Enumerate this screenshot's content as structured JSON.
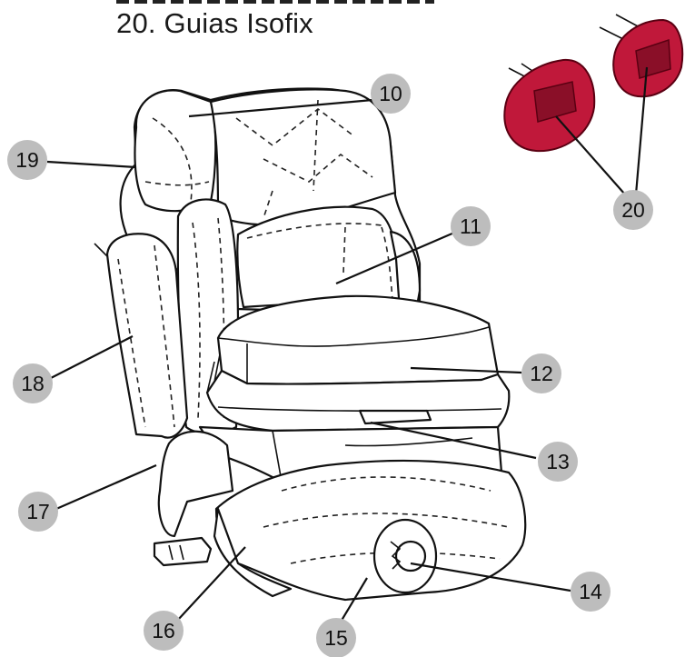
{
  "caption": "20. Guias Isofix",
  "colors": {
    "isofix_guide": "#c0183a",
    "callout_circle": "#bdbdbd",
    "line_art": "#111111"
  },
  "callouts": [
    {
      "id": "10",
      "label": "10"
    },
    {
      "id": "11",
      "label": "11"
    },
    {
      "id": "12",
      "label": "12"
    },
    {
      "id": "13",
      "label": "13"
    },
    {
      "id": "14",
      "label": "14"
    },
    {
      "id": "15",
      "label": "15"
    },
    {
      "id": "16",
      "label": "16"
    },
    {
      "id": "17",
      "label": "17"
    },
    {
      "id": "18",
      "label": "18"
    },
    {
      "id": "19",
      "label": "19"
    },
    {
      "id": "20",
      "label": "20"
    }
  ]
}
